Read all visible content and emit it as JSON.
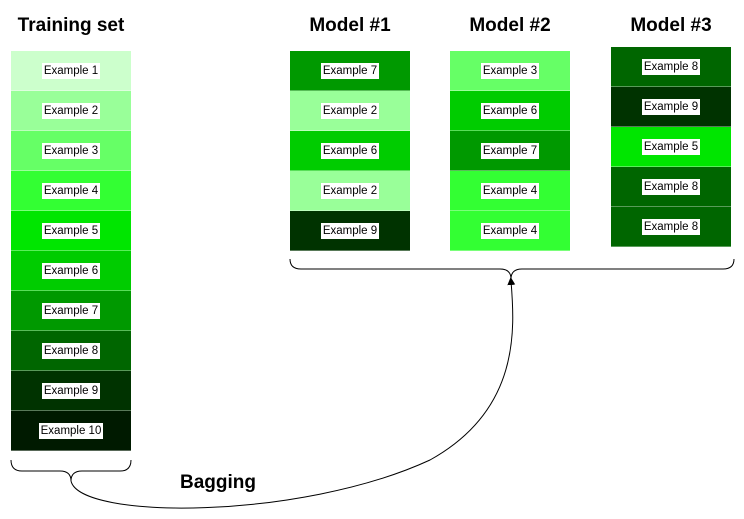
{
  "columns": [
    {
      "title": "Training set",
      "cells": [
        {
          "label": "Example 1",
          "color": "#ccffcc"
        },
        {
          "label": "Example 2",
          "color": "#99ff99"
        },
        {
          "label": "Example 3",
          "color": "#66ff66"
        },
        {
          "label": "Example 4",
          "color": "#33ff33"
        },
        {
          "label": "Example 5",
          "color": "#00e600"
        },
        {
          "label": "Example 6",
          "color": "#00cc00"
        },
        {
          "label": "Example 7",
          "color": "#009900"
        },
        {
          "label": "Example 8",
          "color": "#006600"
        },
        {
          "label": "Example 9",
          "color": "#003300"
        },
        {
          "label": "Example 10",
          "color": "#001a00"
        }
      ]
    },
    {
      "title": "Model #1",
      "cells": [
        {
          "label": "Example 7",
          "color": "#009900"
        },
        {
          "label": "Example 2",
          "color": "#99ff99"
        },
        {
          "label": "Example 6",
          "color": "#00cc00"
        },
        {
          "label": "Example 2",
          "color": "#99ff99"
        },
        {
          "label": "Example 9",
          "color": "#003300"
        }
      ]
    },
    {
      "title": "Model #2",
      "cells": [
        {
          "label": "Example 3",
          "color": "#66ff66"
        },
        {
          "label": "Example 6",
          "color": "#00cc00"
        },
        {
          "label": "Example 7",
          "color": "#009900"
        },
        {
          "label": "Example 4",
          "color": "#33ff33"
        },
        {
          "label": "Example 4",
          "color": "#33ff33"
        }
      ]
    },
    {
      "title": "Model #3",
      "cells": [
        {
          "label": "Example 8",
          "color": "#006600"
        },
        {
          "label": "Example 9",
          "color": "#003300"
        },
        {
          "label": "Example 5",
          "color": "#00e600"
        },
        {
          "label": "Example 8",
          "color": "#006600"
        },
        {
          "label": "Example 8",
          "color": "#006600"
        }
      ]
    }
  ],
  "arrow_label": "Bagging"
}
